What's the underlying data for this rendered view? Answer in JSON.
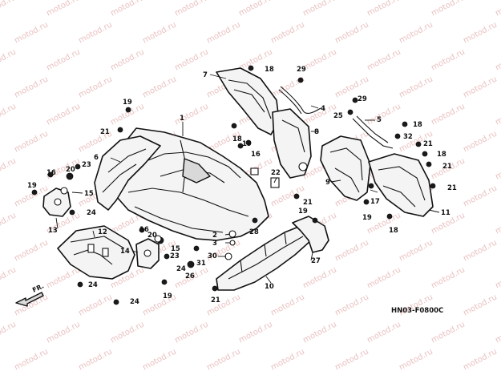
{
  "watermark_text": "motod.ru",
  "diagram_code": "HN03-F0800C",
  "direction_label": "FR.",
  "callouts": [
    "1",
    "2",
    "3",
    "4",
    "5",
    "6",
    "7",
    "8",
    "9",
    "10",
    "11",
    "12",
    "13",
    "14",
    "15",
    "16",
    "17",
    "18",
    "19",
    "20",
    "21",
    "22",
    "23",
    "24",
    "25",
    "26",
    "27",
    "28",
    "29",
    "30",
    "31",
    "32"
  ]
}
